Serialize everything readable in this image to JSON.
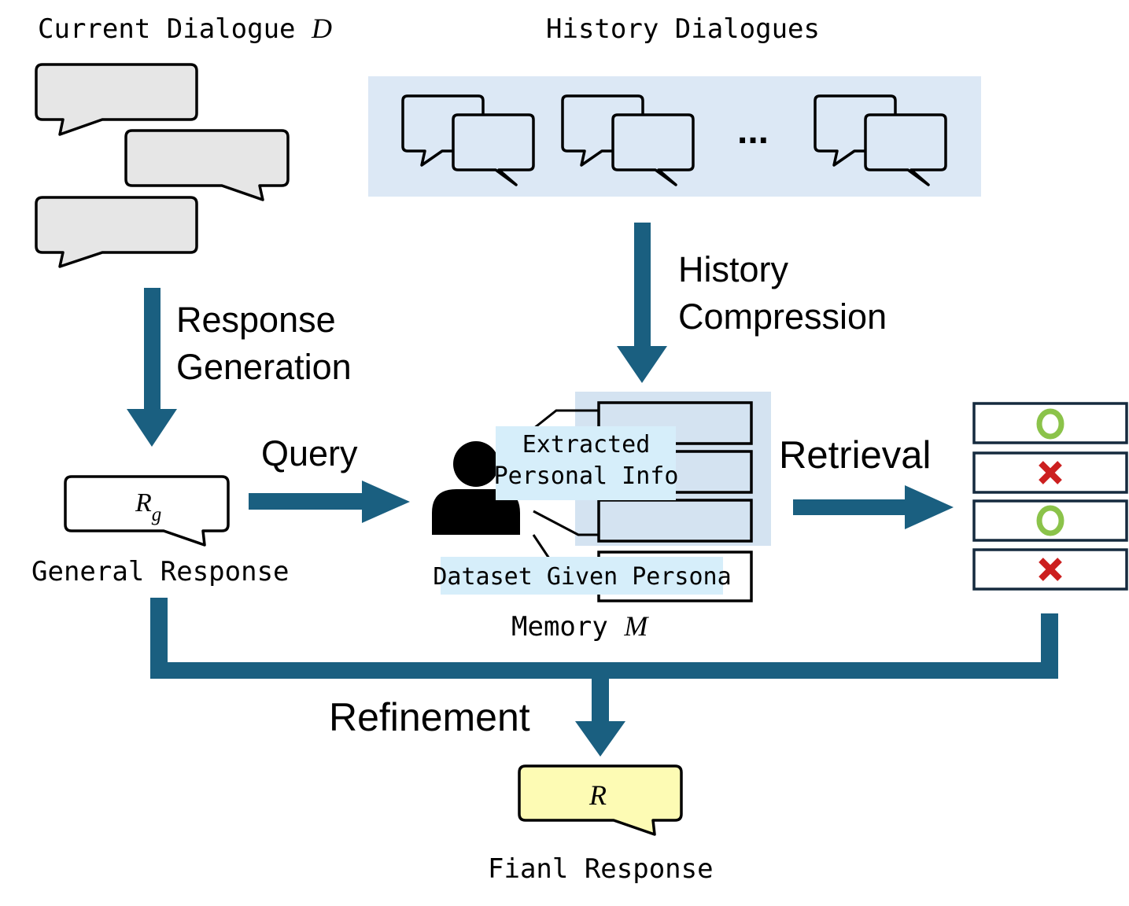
{
  "labels": {
    "current_dialogue": "Current Dialogue",
    "current_dialogue_symbol": "D",
    "history_dialogues": "History Dialogues",
    "ellipsis": "...",
    "history_compression_line1": "History",
    "history_compression_line2": "Compression",
    "response_generation_line1": "Response",
    "response_generation_line2": "Generation",
    "query": "Query",
    "retrieval": "Retrieval",
    "refinement": "Refinement",
    "general_response": "General Response",
    "general_response_symbol": "R",
    "general_response_subscript": "g",
    "extracted_info_line1": "Extracted",
    "extracted_info_line2": "Personal Info",
    "dataset_persona": "Dataset Given Persona",
    "memory": "Memory",
    "memory_symbol": "M",
    "final_response": "Fianl Response",
    "final_response_symbol": "R"
  },
  "retrieval_results": [
    "match",
    "mismatch",
    "match",
    "mismatch"
  ],
  "colors": {
    "arrow": "#1a5f80",
    "bubble_gray": "#e6e6e6",
    "history_panel": "#dce8f5",
    "history_bubble": "#dce8f5",
    "memory_panel": "#d4e3f1",
    "label_highlight": "#d6eefa",
    "final_bubble": "#fdfbb4",
    "match": "#8bc34a",
    "mismatch": "#cc1f1f"
  }
}
